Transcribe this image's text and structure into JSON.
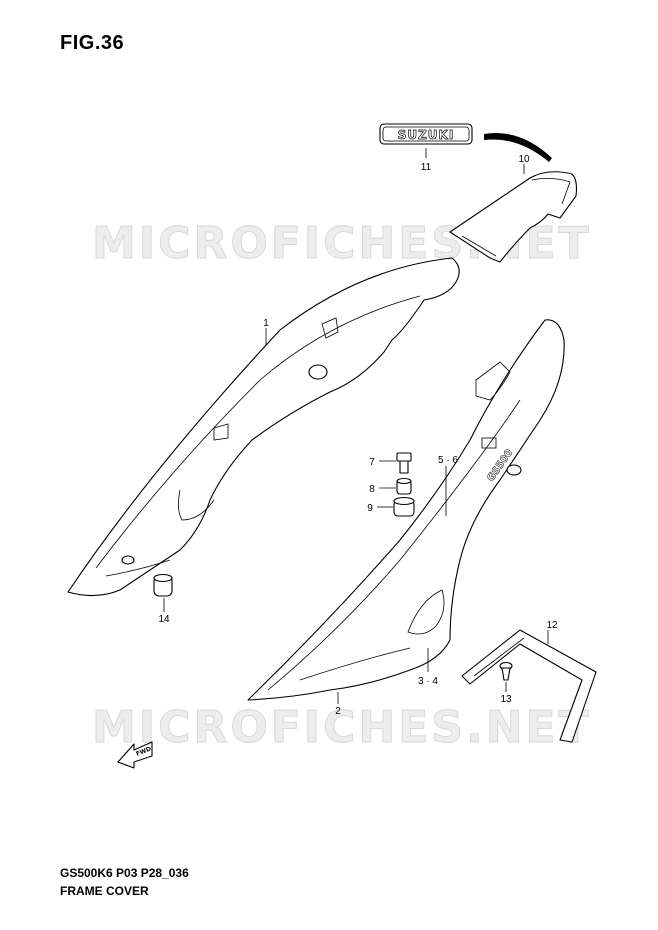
{
  "figure": {
    "title": "FIG.36",
    "model_code": "GS500K6 P03 P28_036",
    "section_name": "FRAME COVER",
    "watermark": "MICROFICHES.NET",
    "emblem_text": "SUZUKI",
    "side_decal_text": "GS500",
    "fwd_text": "FWD"
  },
  "callouts": [
    {
      "id": "c1",
      "text": "1"
    },
    {
      "id": "c2",
      "text": "2"
    },
    {
      "id": "c34",
      "text": "3 · 4"
    },
    {
      "id": "c56",
      "text": "5 · 6"
    },
    {
      "id": "c7",
      "text": "7"
    },
    {
      "id": "c8",
      "text": "8"
    },
    {
      "id": "c9",
      "text": "9"
    },
    {
      "id": "c10",
      "text": "10"
    },
    {
      "id": "c11",
      "text": "11"
    },
    {
      "id": "c12",
      "text": "12"
    },
    {
      "id": "c13",
      "text": "13"
    },
    {
      "id": "c14",
      "text": "14"
    }
  ]
}
